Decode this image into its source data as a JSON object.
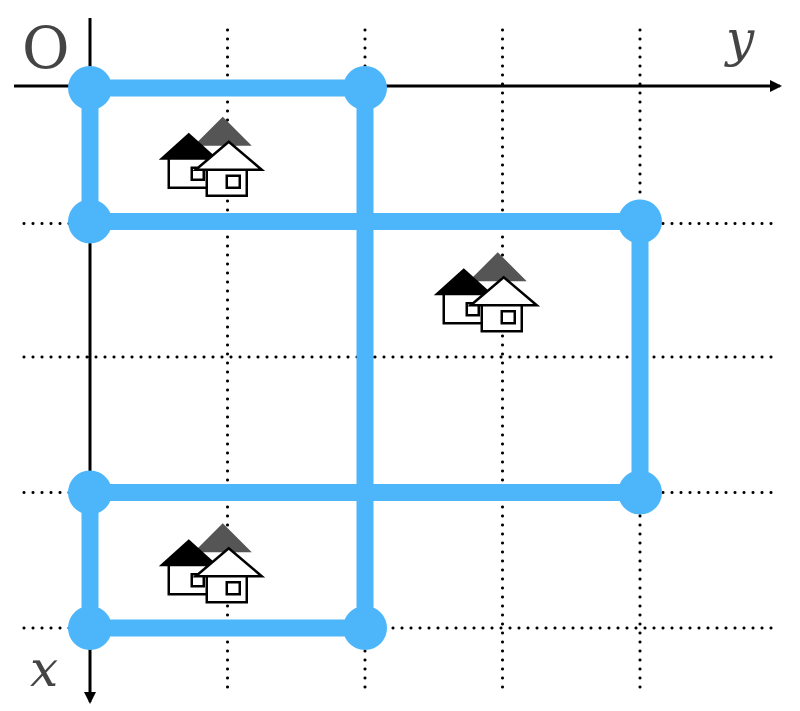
{
  "labels": {
    "origin": "O",
    "x_axis": "x",
    "y_axis": "y"
  },
  "colors": {
    "path": "#4db6fb",
    "axis": "#000000",
    "grid": "#000000",
    "house_back": "#555555",
    "house_front": "#000000"
  },
  "grid": {
    "columns": 5,
    "rows": 4
  },
  "nodes": [
    {
      "id": "A",
      "col": 0,
      "row": 0
    },
    {
      "id": "B",
      "col": 2,
      "row": 0
    },
    {
      "id": "C",
      "col": 0,
      "row": 1
    },
    {
      "id": "D",
      "col": 4,
      "row": 1
    },
    {
      "id": "E",
      "col": 0,
      "row": 3
    },
    {
      "id": "F",
      "col": 4,
      "row": 3
    },
    {
      "id": "G",
      "col": 0,
      "row": 4
    },
    {
      "id": "H",
      "col": 2,
      "row": 4
    }
  ],
  "edges": [
    [
      "A",
      "B"
    ],
    [
      "A",
      "C"
    ],
    [
      "C",
      "D"
    ],
    [
      "B",
      "H"
    ],
    [
      "D",
      "F"
    ],
    [
      "E",
      "F"
    ],
    [
      "E",
      "G"
    ],
    [
      "G",
      "H"
    ]
  ],
  "houses": [
    {
      "col": 0.5,
      "row": 0.5
    },
    {
      "col": 2.5,
      "row": 1.5
    },
    {
      "col": 0.5,
      "row": 3.5
    }
  ]
}
